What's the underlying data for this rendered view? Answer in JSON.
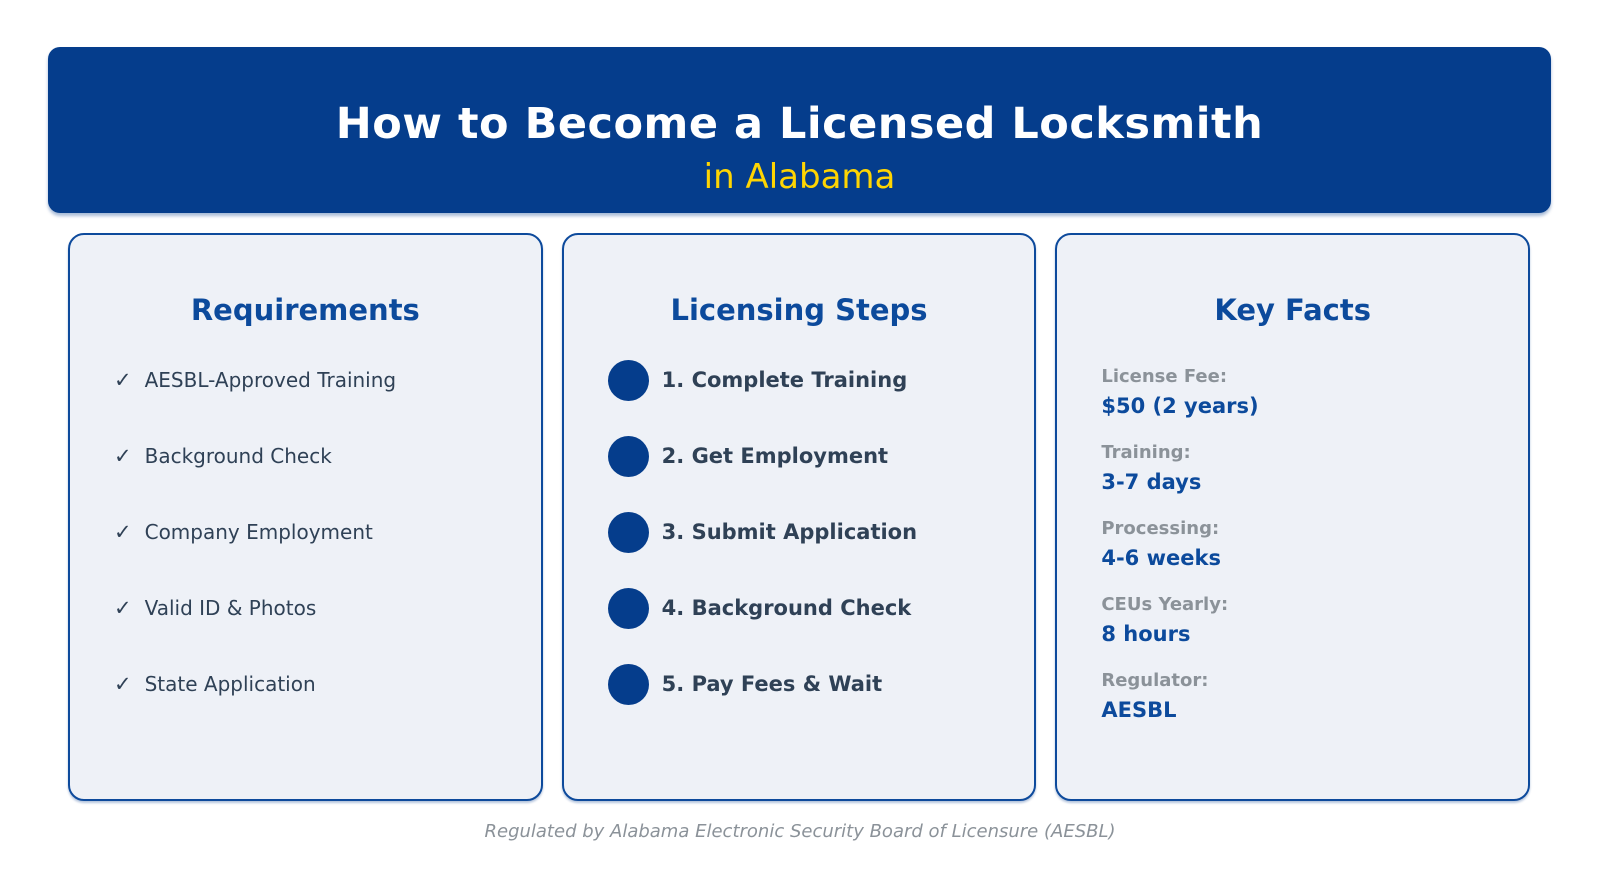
{
  "header": {
    "title": "How to Become a Licensed Locksmith",
    "subtitle": "in Alabama"
  },
  "icons": {
    "check_icon": "✓"
  },
  "cards": {
    "requirements": {
      "title": "Requirements",
      "items": [
        "AESBL-Approved Training",
        "Background Check",
        "Company Employment",
        "Valid ID & Photos",
        "State Application"
      ]
    },
    "steps": {
      "title": "Licensing Steps",
      "items": [
        "1. Complete Training",
        "2. Get Employment",
        "3. Submit Application",
        "4. Background Check",
        "5. Pay Fees & Wait"
      ]
    },
    "key_facts": {
      "title": "Key Facts",
      "facts": [
        {
          "label": "License Fee:",
          "value": "$50 (2 years)"
        },
        {
          "label": "Training:",
          "value": "3-7 days"
        },
        {
          "label": "Processing:",
          "value": "4-6 weeks"
        },
        {
          "label": "CEUs Yearly:",
          "value": "8 hours"
        },
        {
          "label": "Regulator:",
          "value": "AESBL"
        }
      ]
    }
  },
  "footer": {
    "text": "Regulated by Alabama Electronic Security Board of Licensure (AESBL)"
  },
  "colors": {
    "banner_blue": "#053d8c",
    "accent_yellow": "#ffd502",
    "heading_blue": "#0c4a9c",
    "border_blue": "#0d4a9c",
    "text_slate": "#2f4156",
    "label_gray": "#8b9299",
    "card_background": "#eef1f7"
  }
}
